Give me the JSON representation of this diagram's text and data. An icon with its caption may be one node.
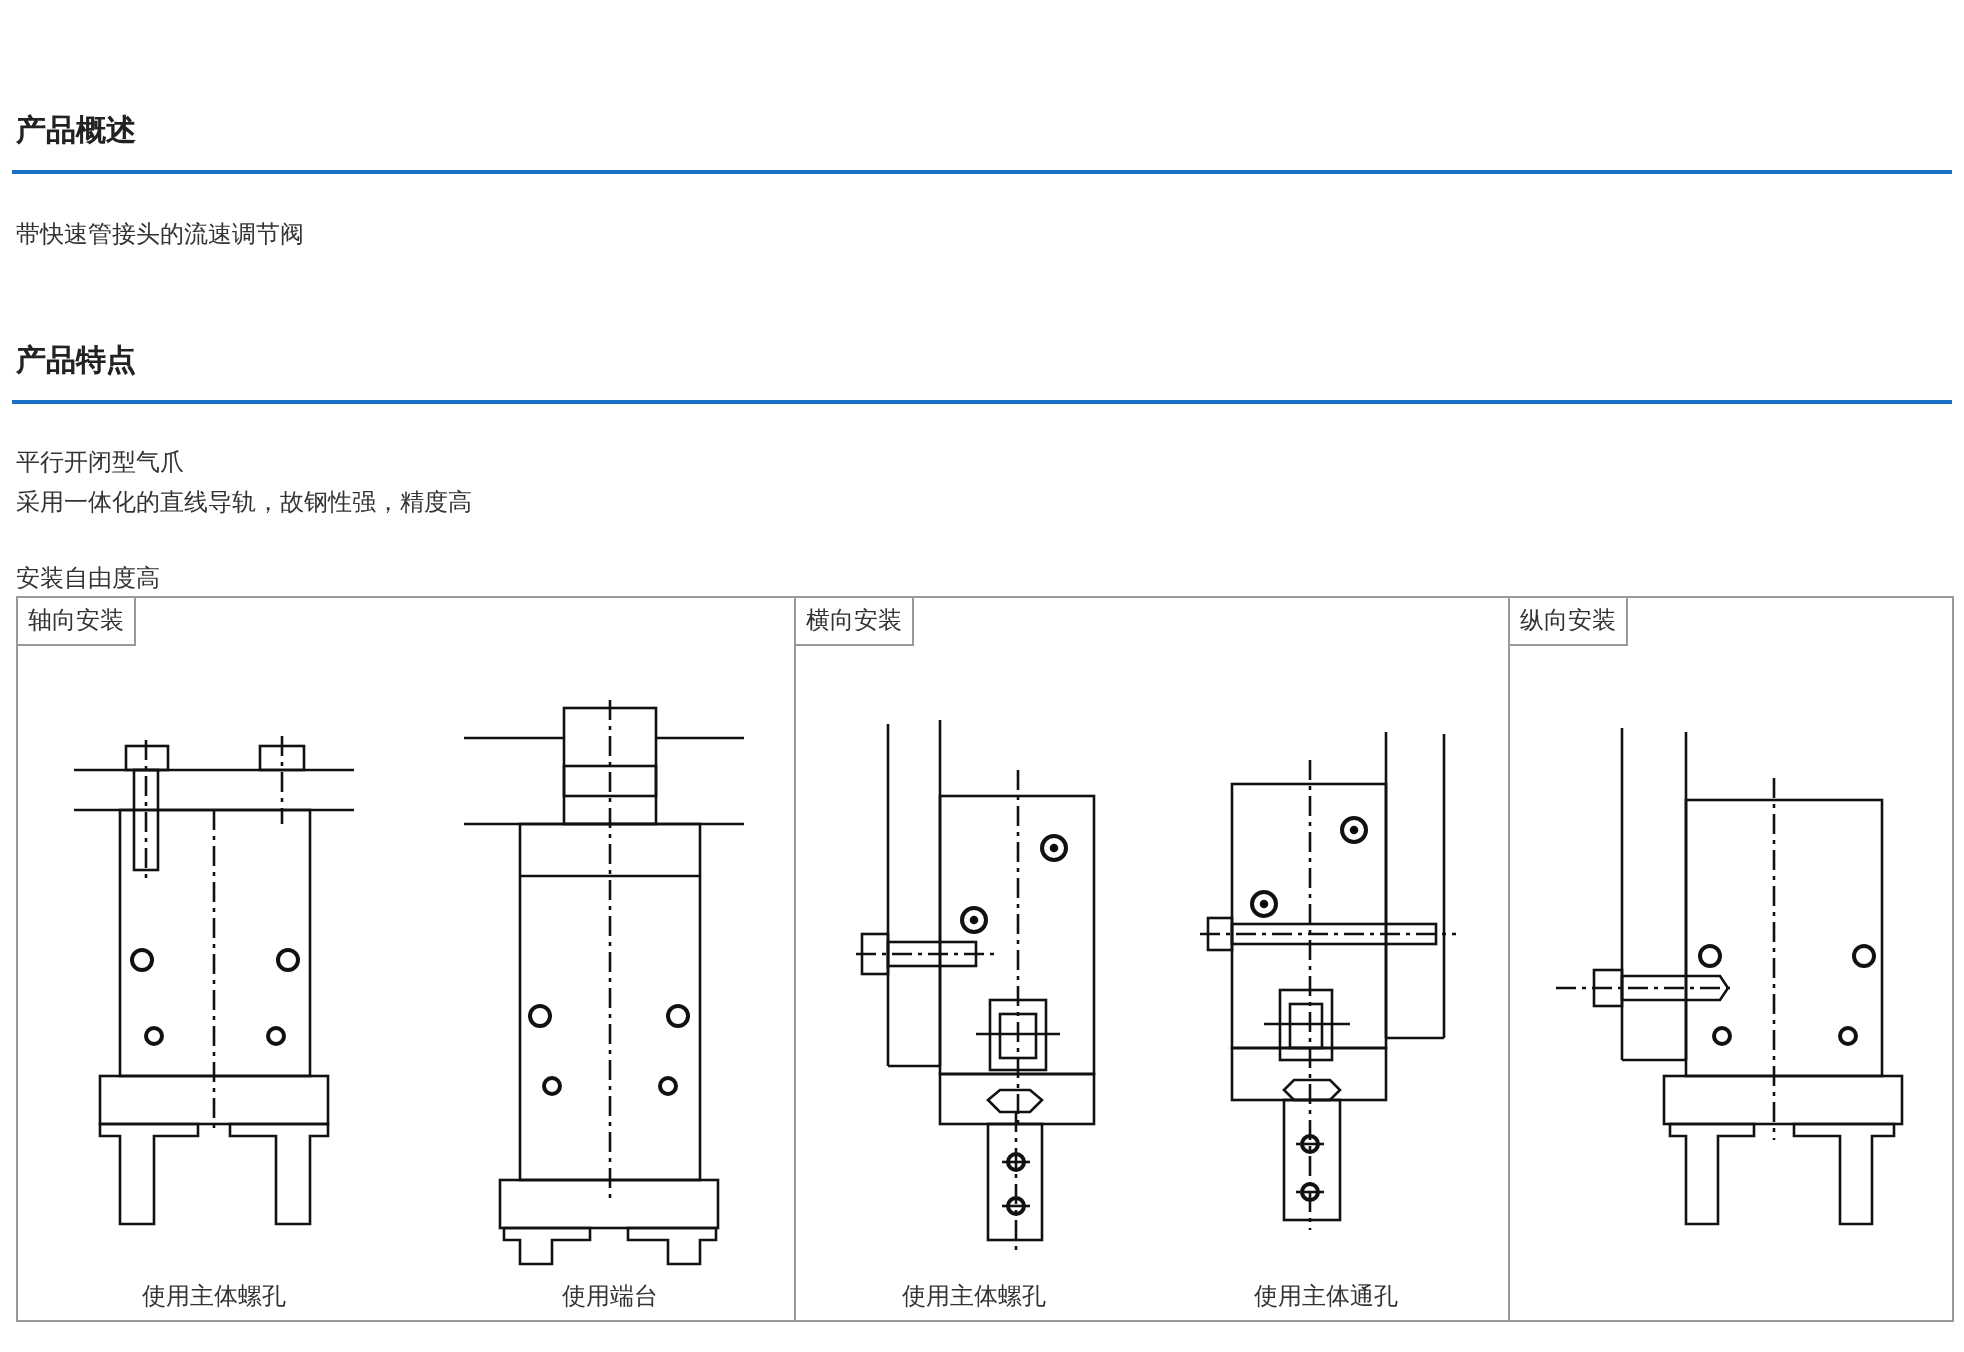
{
  "diagram": {
    "nodes": [
      {
        "text": [
          "轴向安装"
        ]
      },
      {
        "text": [
          "使用主体螺孔"
        ],
        "in": 0
      },
      {
        "text": [
          "使用端台"
        ],
        "in": 0
      },
      {
        "text": [
          "横向安装"
        ]
      },
      {
        "text": [
          "使用主体螺孔"
        ],
        "in": 3
      },
      {
        "text": [
          "使用主体通孔"
        ],
        "in": 3
      },
      {
        "text": [
          "纵向安装"
        ]
      }
    ],
    "labels": [
      "产品概述",
      "带快速管接头的流速调节阀",
      "产品特点",
      "平行开闭型气爪",
      "采用一体化的直线导轨，故钢性强，精度高",
      "安装自由度高"
    ]
  }
}
